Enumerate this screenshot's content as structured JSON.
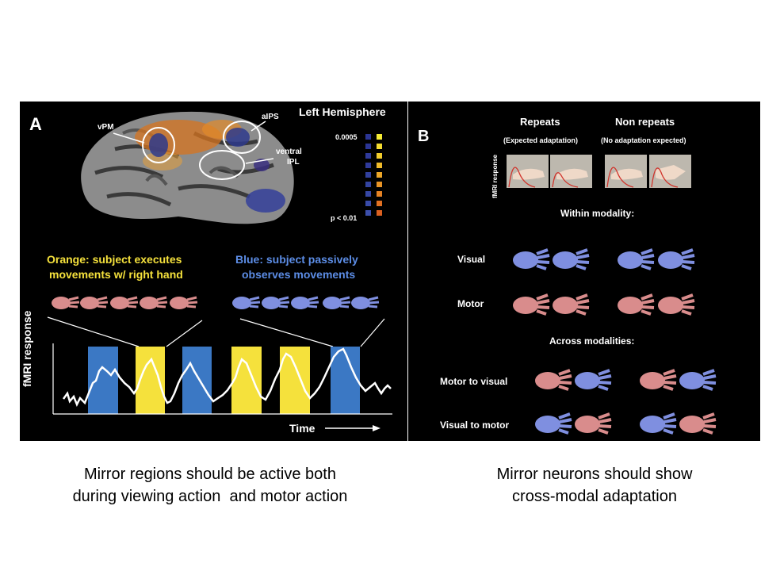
{
  "panel_a": {
    "letter": "A",
    "hemisphere_label": "Left Hemisphere",
    "regions": [
      "vPM",
      "aIPS",
      "ventral",
      "IPL"
    ],
    "scale_top": "0.0005",
    "scale_bottom": "p < 0.01",
    "orange_line1": "Orange: subject executes",
    "orange_line2": "movements w/ right hand",
    "blue_line1": "Blue: subject passively",
    "blue_line2": "observes movements",
    "ylabel": "fMRI response",
    "xlabel": "Time",
    "colors": {
      "execute": "#f5e13c",
      "observe": "#3b78c4",
      "hand_red": "#d98c8c",
      "hand_blue": "#7f8fe0"
    }
  },
  "panel_b": {
    "letter": "B",
    "repeats": "Repeats",
    "repeats_sub": "(Expected adaptation)",
    "nonrepeats": "Non repeats",
    "nonrepeats_sub": "(No adaptation expected)",
    "ylabel": "fMRI response",
    "within_heading": "Within modality:",
    "row_visual": "Visual",
    "row_motor": "Motor",
    "across_heading": "Across modalities:",
    "row_motor_to_visual": "Motor to visual",
    "row_visual_to_motor": "Visual to motor"
  },
  "captions": {
    "left_line1": "Mirror regions should be active both",
    "left_line2": "during viewing action  and motor action",
    "right_line1": "Mirror neurons should show",
    "right_line2": "cross-modal adaptation"
  }
}
